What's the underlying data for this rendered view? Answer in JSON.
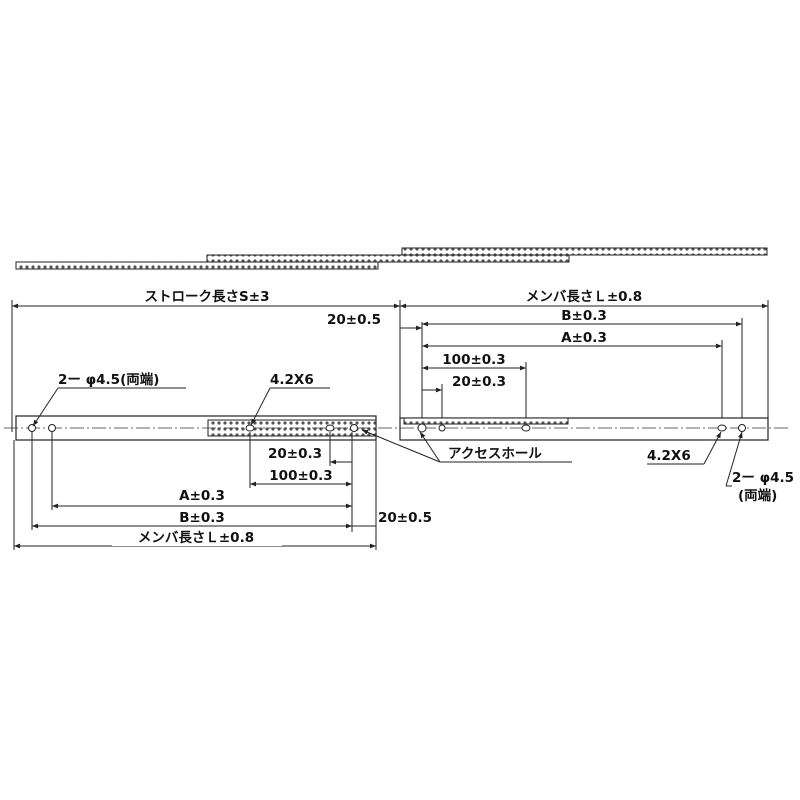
{
  "labels": {
    "stroke_length": "ストローク長さS±3",
    "member_length_top": "メンバ長さＬ±0.8",
    "member_length_bottom": "メンバ長さＬ±0.8",
    "top_offset": "20±0.5",
    "top_b": "B±0.3",
    "top_a": "A±0.3",
    "top_100": "100±0.3",
    "top_20": "20±0.3",
    "left_hole_callout": "2ー φ4.5(両端)",
    "left_slot_callout": "4.2X6",
    "access_hole": "アクセスホール",
    "right_slot_callout": "4.2X6",
    "right_hole_callout_1": "2ー φ4.5",
    "right_hole_callout_2": "(両端)",
    "bottom_20": "20±0.3",
    "bottom_100": "100±0.3",
    "bottom_a": "A±0.3",
    "bottom_b": "B±0.3",
    "bottom_offset": "20±0.5"
  },
  "colors": {
    "line": "#222222",
    "background": "#ffffff"
  }
}
